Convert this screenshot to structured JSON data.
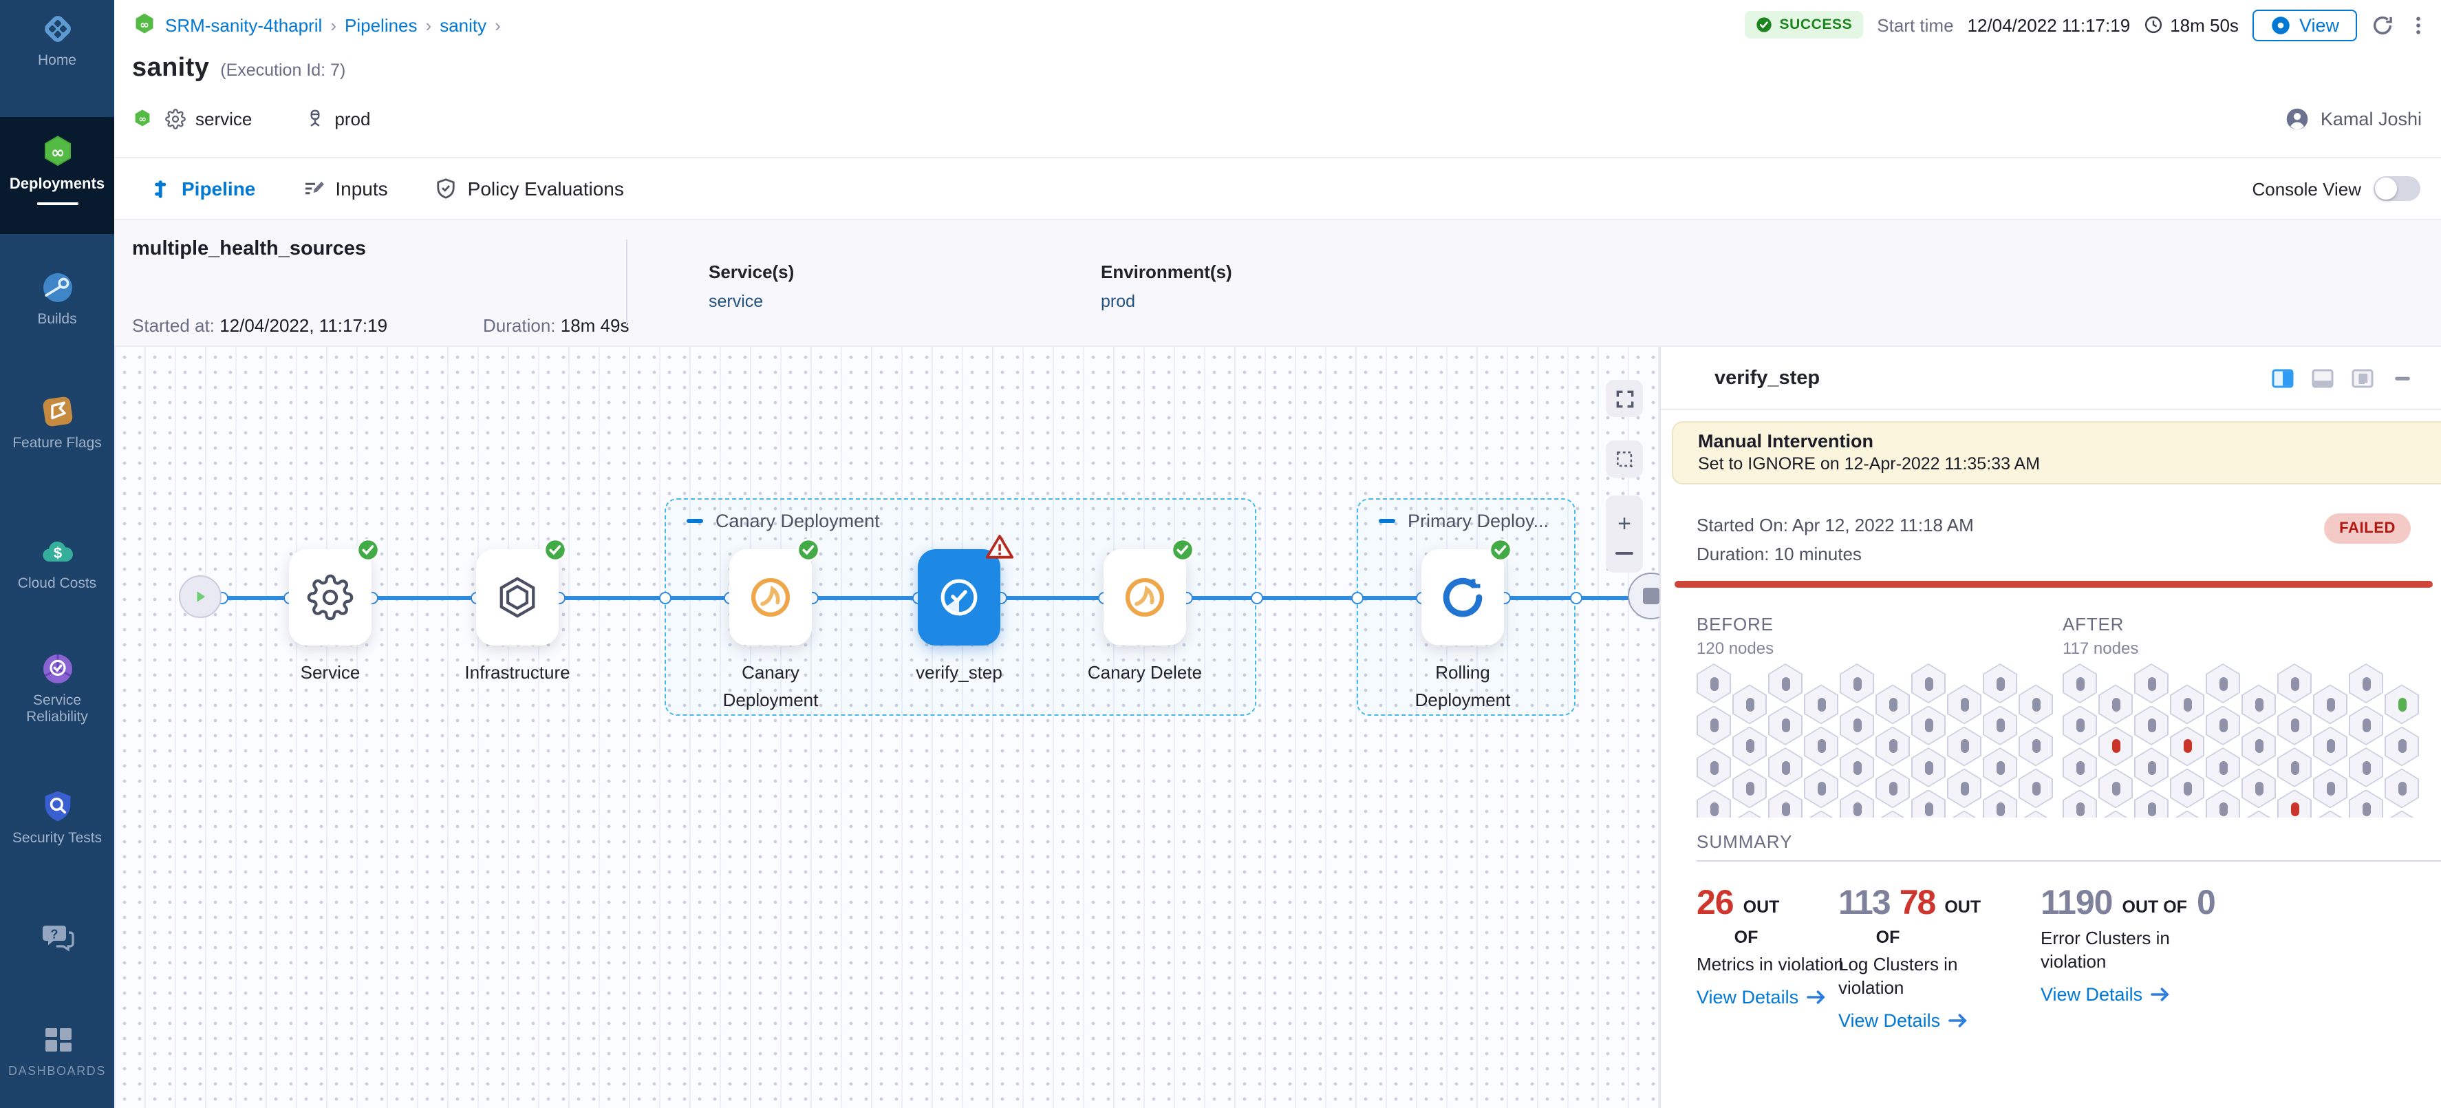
{
  "sidebar": {
    "items": [
      {
        "id": "home",
        "label": "Home",
        "icon": "harness-logo"
      },
      {
        "id": "deployments",
        "label": "Deployments",
        "icon": "deployments",
        "active": true
      },
      {
        "id": "builds",
        "label": "Builds",
        "icon": "builds"
      },
      {
        "id": "feature-flags",
        "label": "Feature Flags",
        "icon": "feature-flags"
      },
      {
        "id": "cloud-costs",
        "label": "Cloud Costs",
        "icon": "cloud-costs"
      },
      {
        "id": "service-reliability",
        "label": "Service Reliability",
        "icon": "service-reliability"
      },
      {
        "id": "security-tests",
        "label": "Security Tests",
        "icon": "security-tests"
      },
      {
        "id": "help",
        "label": "",
        "icon": "chat-help"
      },
      {
        "id": "dashboards",
        "label": "DASHBOARDS",
        "icon": "dashboards"
      }
    ]
  },
  "header": {
    "breadcrumb": {
      "project": "SRM-sanity-4thapril",
      "section": "Pipelines",
      "pipeline": "sanity",
      "separator": "›"
    },
    "status_badge": "SUCCESS",
    "start_time_label": "Start time",
    "start_time": "12/04/2022 11:17:19",
    "elapsed": "18m 50s",
    "view_button": "View",
    "title": "sanity",
    "execution_id": "(Execution Id: 7)",
    "service_tag": "service",
    "env_tag": "prod",
    "user_name": "Kamal Joshi"
  },
  "tabs": {
    "items": [
      {
        "label": "Pipeline",
        "icon": "pipeline-tab",
        "active": true
      },
      {
        "label": "Inputs",
        "icon": "inputs",
        "active": false
      },
      {
        "label": "Policy Evaluations",
        "icon": "policy",
        "active": false
      }
    ],
    "console_view_label": "Console View",
    "console_view_on": false
  },
  "run_info": {
    "name": "multiple_health_sources",
    "started_label": "Started at:",
    "started": "12/04/2022, 11:17:19",
    "duration_label": "Duration:",
    "duration": "18m 49s",
    "services_label": "Service(s)",
    "services": "service",
    "environments_label": "Environment(s)",
    "environments": "prod"
  },
  "pipeline": {
    "groups": [
      {
        "label": "Canary Deployment"
      },
      {
        "label": "Primary Deploy..."
      }
    ],
    "nodes": [
      {
        "id": "service",
        "label": "Service",
        "icon": "gear",
        "status": "success"
      },
      {
        "id": "infrastructure",
        "label": "Infrastructure",
        "icon": "infrastructure",
        "status": "success"
      },
      {
        "id": "canary-deployment",
        "label": "Canary Deployment",
        "icon": "canary",
        "status": "success"
      },
      {
        "id": "verify-step",
        "label": "verify_step",
        "icon": "verify",
        "status": "warning",
        "selected": true
      },
      {
        "id": "canary-delete",
        "label": "Canary Delete",
        "icon": "canary",
        "status": "success"
      },
      {
        "id": "rolling-deployment",
        "label": "Rolling Deployment",
        "icon": "rolling",
        "status": "success"
      }
    ]
  },
  "panel": {
    "title": "verify_step",
    "banner_title": "Manual Intervention",
    "banner_subtitle": "Set to IGNORE on 12-Apr-2022 11:35:33 AM",
    "started": "Started On: Apr 12, 2022 11:18 AM",
    "duration": "Duration: 10 minutes",
    "status": "FAILED",
    "before_label": "BEFORE",
    "before_nodes": "120 nodes",
    "after_label": "AFTER",
    "after_nodes": "117 nodes",
    "hexgrid": {
      "cols": 10,
      "rows": 4,
      "before": {
        "red": [],
        "green": []
      },
      "after": {
        "red": [
          [
            1,
            1
          ],
          [
            3,
            1
          ],
          [
            6,
            3
          ]
        ],
        "green": [
          [
            9,
            0
          ]
        ]
      }
    },
    "summary_label": "SUMMARY",
    "stats": [
      {
        "value_parts": [
          {
            "text": "26",
            "color": "red"
          }
        ],
        "out_of": "OUT OF",
        "total": "",
        "label": "Metrics in violation",
        "link": "View Details"
      },
      {
        "value_parts": [
          {
            "text": "113",
            "color": "gray"
          },
          {
            "text": "78",
            "color": "red"
          }
        ],
        "out_of": "OUT OF",
        "total": "",
        "label": "Log Clusters in violation",
        "link": "View Details"
      },
      {
        "value_parts": [
          {
            "text": "1190",
            "color": "gray"
          }
        ],
        "out_of": "OUT OF",
        "total": "0",
        "label": "Error Clusters in violation",
        "link": "View Details"
      }
    ]
  },
  "colors": {
    "accent": "#0278d5",
    "success": "#42ab45",
    "error": "#cf4437",
    "warning": "#b7281e",
    "canary_orange": "#efa64b"
  }
}
